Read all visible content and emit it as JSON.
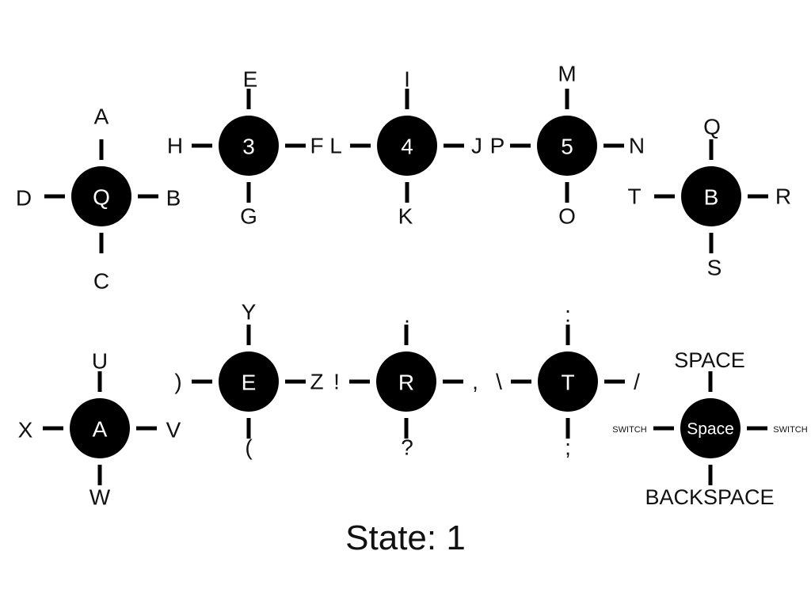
{
  "keyboard": {
    "dials": [
      {
        "id": "dial-q",
        "center": "Q",
        "top": "A",
        "left": "D",
        "right": "B",
        "bottom": "C"
      },
      {
        "id": "dial-3",
        "center": "3",
        "top": "E",
        "left": "H",
        "right": "F",
        "bottom": "G"
      },
      {
        "id": "dial-4",
        "center": "4",
        "top": "I",
        "left": "L",
        "right": "J",
        "bottom": "K"
      },
      {
        "id": "dial-5",
        "center": "5",
        "top": "M",
        "left": "P",
        "right": "N",
        "bottom": "O"
      },
      {
        "id": "dial-b",
        "center": "B",
        "top": "Q",
        "left": "T",
        "right": "R",
        "bottom": "S"
      },
      {
        "id": "dial-a",
        "center": "A",
        "top": "U",
        "left": "X",
        "right": "V",
        "bottom": "W"
      },
      {
        "id": "dial-e",
        "center": "E",
        "top": "Y",
        "left": ")",
        "right": "Z",
        "bottom": "("
      },
      {
        "id": "dial-r",
        "center": "R",
        "top": ".",
        "left": "!",
        "right": ",",
        "bottom": "?"
      },
      {
        "id": "dial-t",
        "center": "T",
        "top": ":",
        "left": "\\",
        "right": "/",
        "bottom": ";"
      },
      {
        "id": "dial-space",
        "center": "Space",
        "top": "SPACE",
        "left": "SWITCH",
        "right": "SWITCH",
        "bottom": "BACKSPACE"
      }
    ]
  },
  "status": {
    "state_label": "State:",
    "state_value": "1"
  }
}
